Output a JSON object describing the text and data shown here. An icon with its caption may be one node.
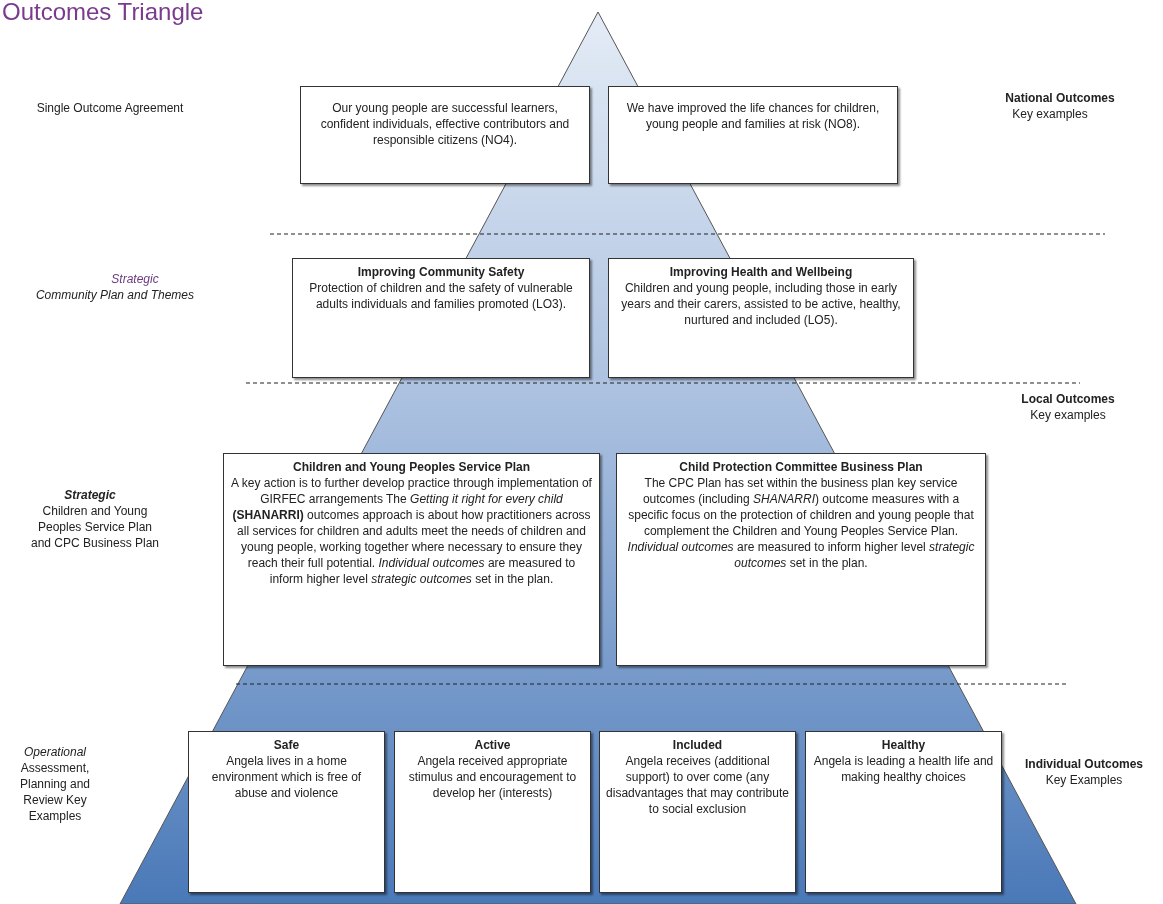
{
  "diagram": {
    "title": "Outcomes Triangle",
    "nodes": [
      {
        "text": [
          "Our young people are successful learners, confident individuals, effective contributors and responsible citizens (NO4)."
        ]
      },
      {
        "text": [
          "We have improved the life chances for children, young people and families at risk (NO8)."
        ]
      },
      {
        "text": [
          "Improving Community Safety",
          "Protection of children and the safety of vulnerable adults individuals and families promoted (LO3)."
        ]
      },
      {
        "text": [
          "Improving Health and Wellbeing",
          "Children and young people, including those in early years and their carers, assisted to be active, healthy, nurtured and included (LO5)."
        ]
      },
      {
        "text": [
          "Children and Young Peoples Service Plan",
          "A key action is to further develop practice through implementation of GIRFEC arrangements The *Getting it right for every child* **(SHANARRI)** outcomes approach is about how practitioners across all services for children and adults meet the needs of children and young people, working together where necessary to ensure they reach their full potential. *Individual outcomes* are measured to inform higher level *strategic outcomes* set in the plan."
        ]
      },
      {
        "text": [
          "Child Protection Committee Business Plan",
          "The CPC Plan has set within the business plan key service outcomes (including *SHANARRI*) outcome measures with a specific focus on the protection of children and young people that complement the Children and Young Peoples Service Plan. *Individual outcomes* are measured to inform higher level *strategic outcomes* set in the plan."
        ]
      },
      {
        "text": [
          "Safe",
          "Angela lives in a home environment which is free of abuse and violence"
        ]
      },
      {
        "text": [
          "Active",
          "Angela received appropriate stimulus and encouragement to develop her (interests)"
        ]
      },
      {
        "text": [
          "Included",
          "Angela receives (additional support) to over come (any disadvantages that may contribute to social exclusion"
        ]
      },
      {
        "text": [
          "Healthy",
          "Angela is leading a health life and making healthy choices"
        ]
      }
    ],
    "labels": [
      "Single Outcome Agreement",
      "National Outcomes",
      "Key examples",
      "Strategic",
      "Community Plan and Themes",
      "Local Outcomes",
      "Key examples",
      "Strategic",
      "Children and Young Peoples Service Plan and CPC Business Plan",
      "Operational",
      "Assessment, Planning and Review Key Examples",
      "Individual Outcomes",
      "Key Examples"
    ]
  }
}
